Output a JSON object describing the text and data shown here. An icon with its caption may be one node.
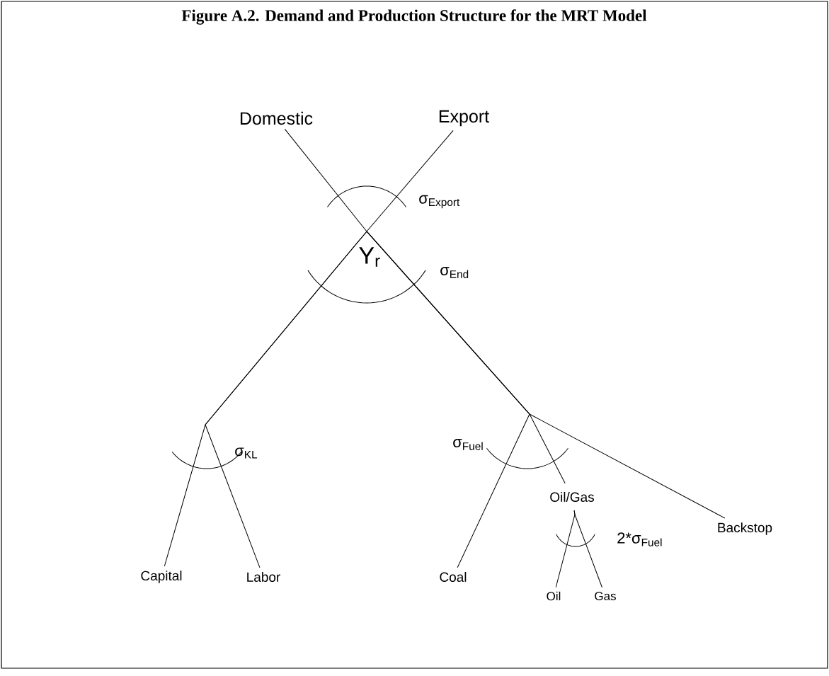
{
  "diagram": {
    "title": "Figure A.2. Demand and Production Structure for the MRT Model",
    "nodes": [
      {
        "text": [
          "Domestic"
        ]
      },
      {
        "text": [
          "Export"
        ]
      },
      {
        "text": [
          "Y$_{r}$"
        ]
      },
      {
        "text": [
          "Capital"
        ]
      },
      {
        "text": [
          "Labor"
        ]
      },
      {
        "text": [
          "Coal"
        ]
      },
      {
        "text": [
          "Oil/Gas"
        ]
      },
      {
        "text": [
          "Backstop"
        ]
      },
      {
        "text": [
          "Oil"
        ]
      },
      {
        "text": [
          "Gas"
        ]
      }
    ],
    "edges": [
      {
        "from": 0,
        "to": 2,
        "arrow": "none"
      },
      {
        "from": 1,
        "to": 2,
        "arrow": "none"
      },
      {
        "from": 2,
        "to": 3,
        "arrow": "none"
      },
      {
        "from": 2,
        "to": 4,
        "arrow": "none"
      },
      {
        "from": 2,
        "to": 5,
        "arrow": "none"
      },
      {
        "from": 2,
        "to": 6,
        "arrow": "none"
      },
      {
        "from": 2,
        "to": 7,
        "arrow": "none"
      },
      {
        "from": 6,
        "to": 8,
        "arrow": "none"
      },
      {
        "from": 6,
        "to": 9,
        "arrow": "none"
      }
    ],
    "labels": [
      "σ$_{Export}$",
      "σ$_{End}$",
      "σ$_{KL}$",
      "σ$_{Fuel}$",
      "2*σ$_{Fuel}$"
    ]
  }
}
